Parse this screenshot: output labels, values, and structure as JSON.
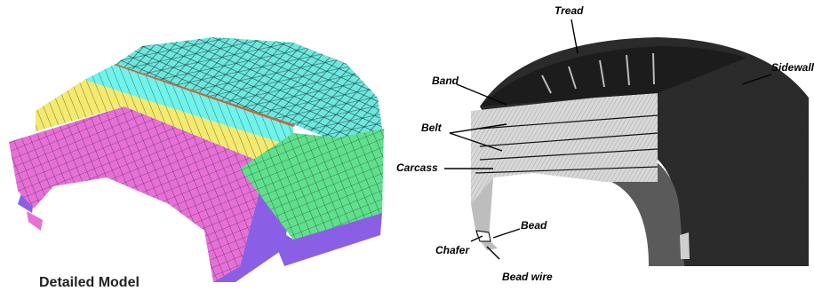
{
  "left": {
    "caption": "Detailed Model",
    "colors": {
      "tread": "#6fe7dd",
      "band": "#6ff3ea",
      "belt": "#f3ea6f",
      "carcass": "#e86fd8",
      "sidewall": "#5fe08c",
      "inner": "#8a5fe6",
      "steel": "#c8663a"
    }
  },
  "right": {
    "labels": {
      "tread": "Tread",
      "sidewall": "Sidewall",
      "band": "Band",
      "belt": "Belt",
      "carcass": "Carcass",
      "bead": "Bead",
      "chafer": "Chafer",
      "bead_wire": "Bead wire"
    }
  }
}
